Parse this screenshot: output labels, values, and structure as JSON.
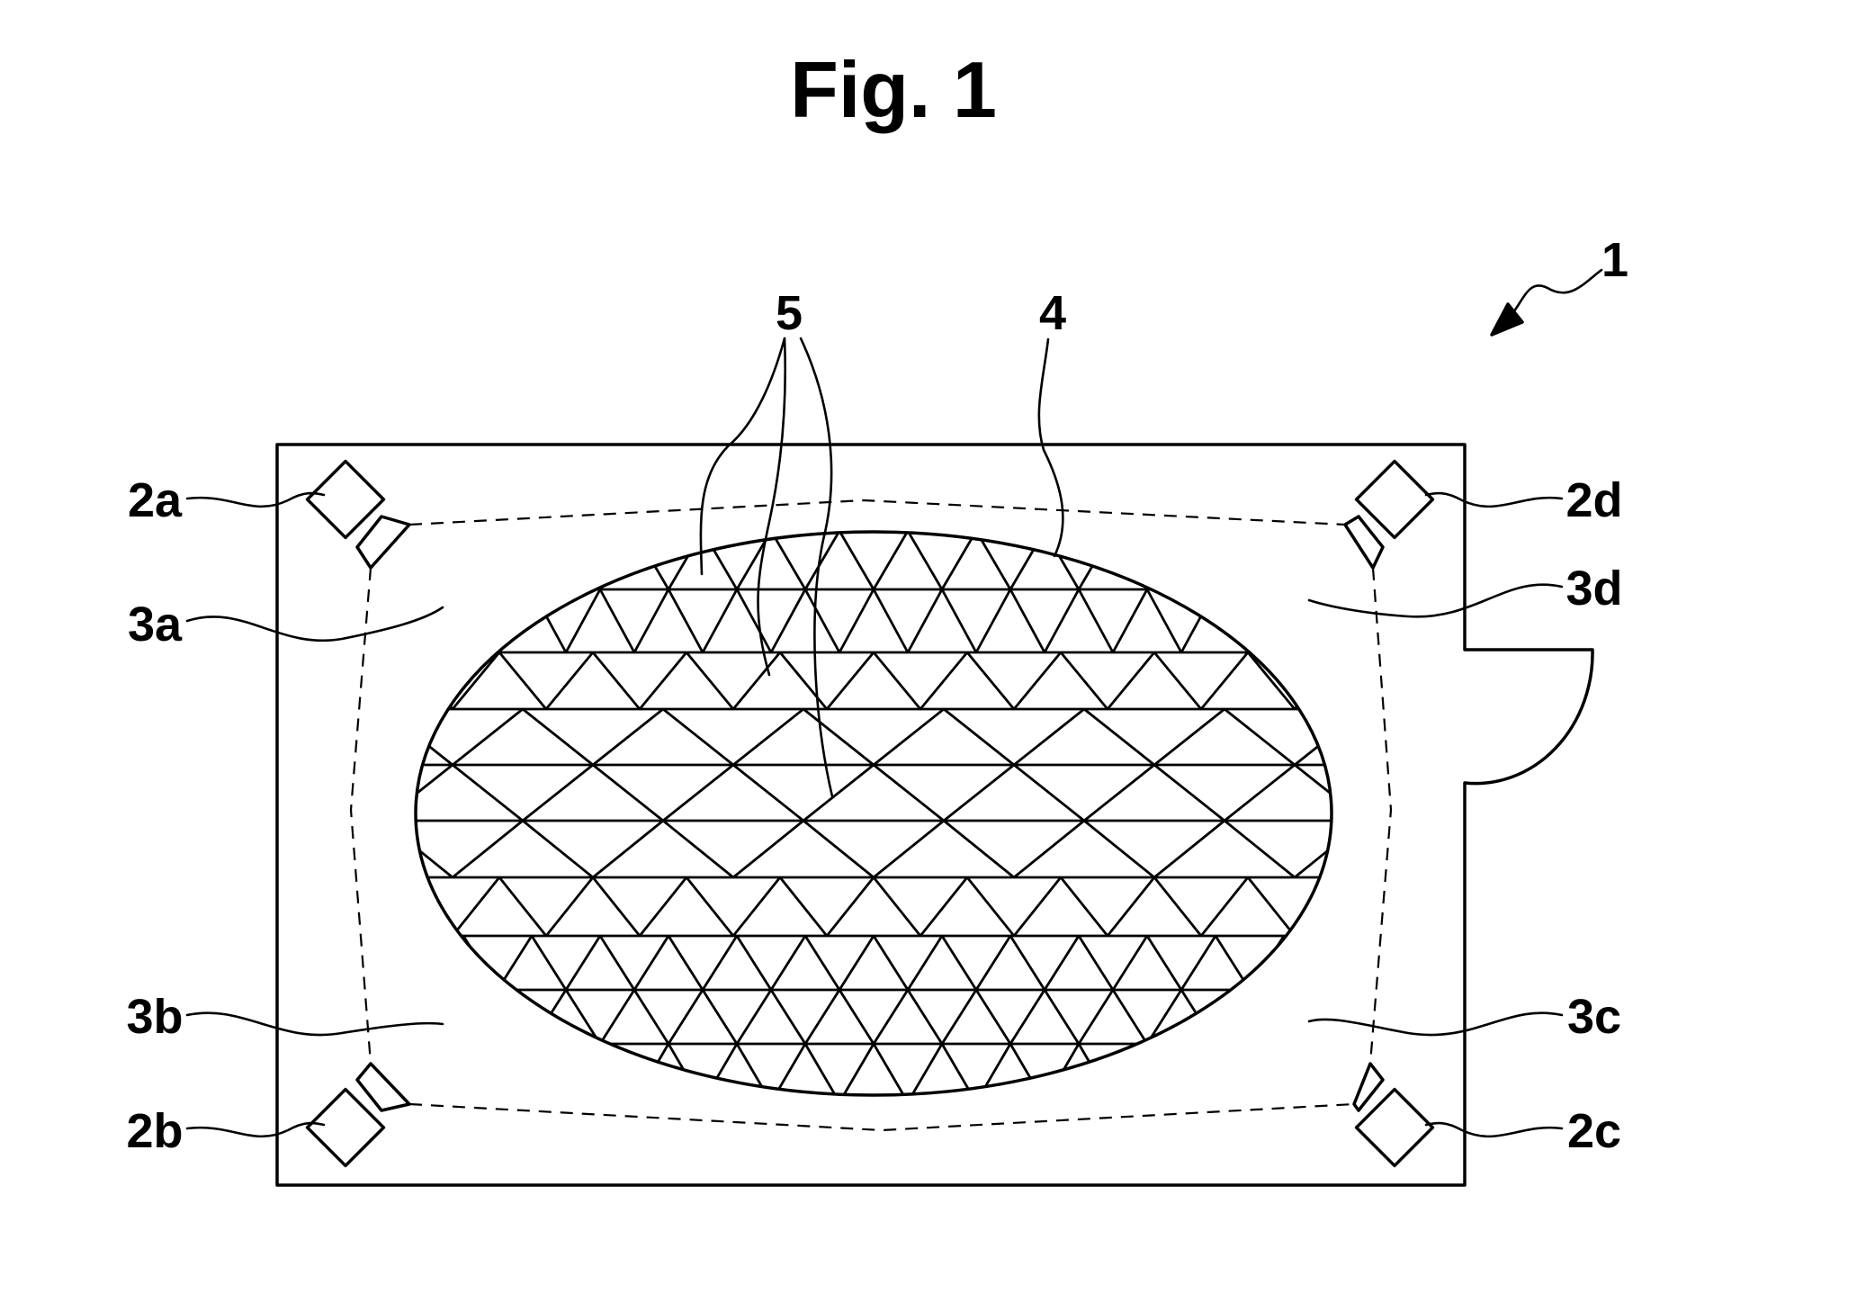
{
  "figure": {
    "title": "Fig. 1",
    "labels": {
      "system": "1",
      "camera_a": "2a",
      "camera_b": "2b",
      "camera_c": "2c",
      "camera_d": "2d",
      "area_a": "3a",
      "area_b": "3b",
      "area_c": "3c",
      "area_d": "3d",
      "region": "4",
      "pattern": "5"
    }
  }
}
